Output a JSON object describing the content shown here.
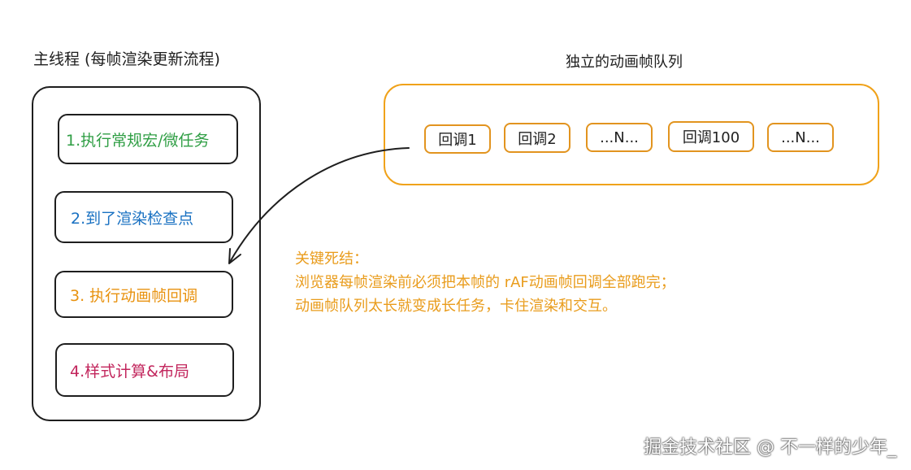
{
  "main_thread": {
    "title": "主线程 (每帧渲染更新流程)",
    "steps": [
      {
        "label": "1.执行常规宏/微任务",
        "color": "#2f9e44"
      },
      {
        "label": "2.到了渲染检查点",
        "color": "#1971c2"
      },
      {
        "label": "3. 执行动画帧回调",
        "color": "#e8920f"
      },
      {
        "label": "4.样式计算&布局",
        "color": "#c2255c"
      }
    ]
  },
  "queue": {
    "title": "独立的动画帧队列",
    "callbacks": [
      "回调1",
      "回调2",
      "...N...",
      "回调100",
      "...N..."
    ],
    "border_color": "#f0a21a"
  },
  "note": {
    "lines": [
      "关键死结：",
      "浏览器每帧渲染前必须把本帧的 rAF动画帧回调全部跑完；",
      "动画帧队列太长就变成长任务，卡住渲染和交互。"
    ],
    "color": "#e99c1c"
  },
  "watermark": "掘金技术社区 @ 不一样的少年_"
}
